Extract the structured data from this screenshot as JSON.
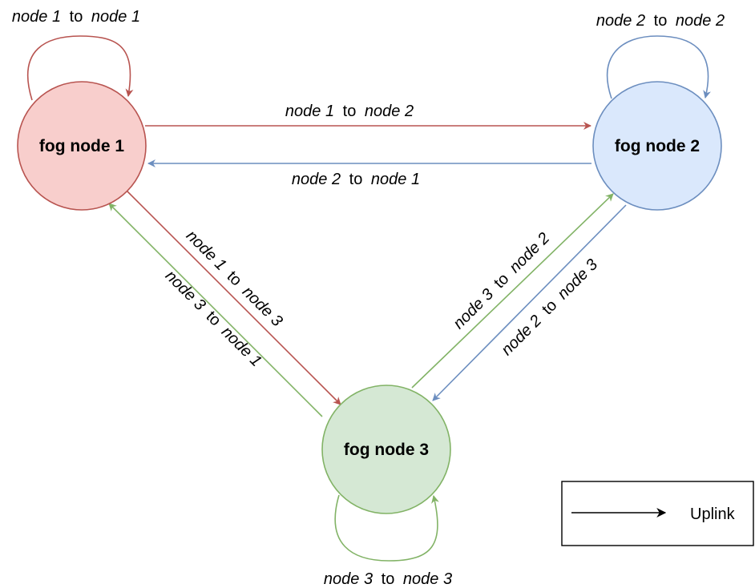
{
  "colors": {
    "node1_fill": "#f8cecc",
    "node1_stroke": "#b85450",
    "node2_fill": "#dae8fc",
    "node2_stroke": "#6c8ebf",
    "node3_fill": "#d5e8d4",
    "node3_stroke": "#82b366",
    "legend_stroke": "#000000"
  },
  "nodes": {
    "node1": {
      "label": "fog node 1"
    },
    "node2": {
      "label": "fog node 2"
    },
    "node3": {
      "label": "fog node 3"
    }
  },
  "edges": {
    "n1_n1": {
      "from": "node 1",
      "to_word": "to",
      "to": "node 1"
    },
    "n2_n2": {
      "from": "node 2",
      "to_word": "to",
      "to": "node 2"
    },
    "n3_n3": {
      "from": "node 3",
      "to_word": "to",
      "to": "node 3"
    },
    "n1_n2": {
      "from": "node 1",
      "to_word": "to",
      "to": "node 2"
    },
    "n2_n1": {
      "from": "node 2",
      "to_word": "to",
      "to": "node 1"
    },
    "n1_n3": {
      "from": "node 1",
      "to_word": "to",
      "to": "node 3"
    },
    "n3_n1": {
      "from": "node 3",
      "to_word": "to",
      "to": "node 1"
    },
    "n3_n2": {
      "from": "node 3",
      "to_word": "to",
      "to": "node 2"
    },
    "n2_n3": {
      "from": "node 2",
      "to_word": "to",
      "to": "node 3"
    }
  },
  "legend": {
    "label": "Uplink"
  }
}
